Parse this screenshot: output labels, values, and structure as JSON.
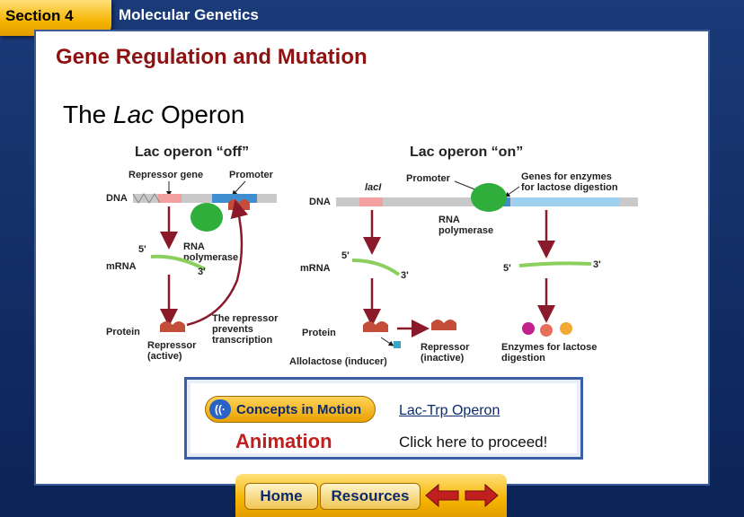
{
  "header": {
    "section": "Section 4",
    "chapter": "Molecular Genetics"
  },
  "page": {
    "title": "Gene Regulation and Mutation",
    "heading_prefix": "The ",
    "heading_italic": "Lac",
    "heading_suffix": " Operon"
  },
  "diagram": {
    "off": {
      "title": "Lac operon “off”",
      "repressor_gene": "Repressor gene",
      "promoter": "Promoter",
      "dna": "DNA",
      "rna_polymerase_1": "RNA",
      "rna_polymerase_2": "polymerase",
      "five_prime": "5'",
      "three_prime": "3'",
      "mrna": "mRNA",
      "protein": "Protein",
      "repressor_1": "Repressor",
      "repressor_2": "(active)",
      "prevents_1": "The repressor",
      "prevents_2": "prevents",
      "prevents_3": "transcription"
    },
    "on": {
      "title": "Lac operon “on”",
      "lacI": "lacI",
      "promoter": "Promoter",
      "genes_1": "Genes for enzymes",
      "genes_2": "for lactose digestion",
      "dna": "DNA",
      "rna_polymerase_1": "RNA",
      "rna_polymerase_2": "polymerase",
      "five_prime_a": "5'",
      "three_prime_a": "3'",
      "five_prime_b": "5'",
      "three_prime_b": "3'",
      "mrna": "mRNA",
      "protein": "Protein",
      "allolactose": "Allolactose (inducer)",
      "repressor_1": "Repressor",
      "repressor_2": "(inactive)",
      "enzymes_1": "Enzymes for lactose",
      "enzymes_2": "digestion"
    }
  },
  "concepts_box": {
    "pill_label": "Concepts in Motion",
    "pill_icon": "((·",
    "animation": "Animation",
    "link": "Lac-Trp Operon",
    "proceed": "Click here to proceed!"
  },
  "nav": {
    "home": "Home",
    "resources": "Resources"
  },
  "colors": {
    "accent_gold": "#f5b400",
    "title_red": "#8e1212",
    "arrow_red": "#c11f1f",
    "background_blue": "#1a3a78",
    "diagram_arrow": "#8a1a2a",
    "polymerase_green": "#2fae3c",
    "mrna_green": "#8dcf5e"
  }
}
